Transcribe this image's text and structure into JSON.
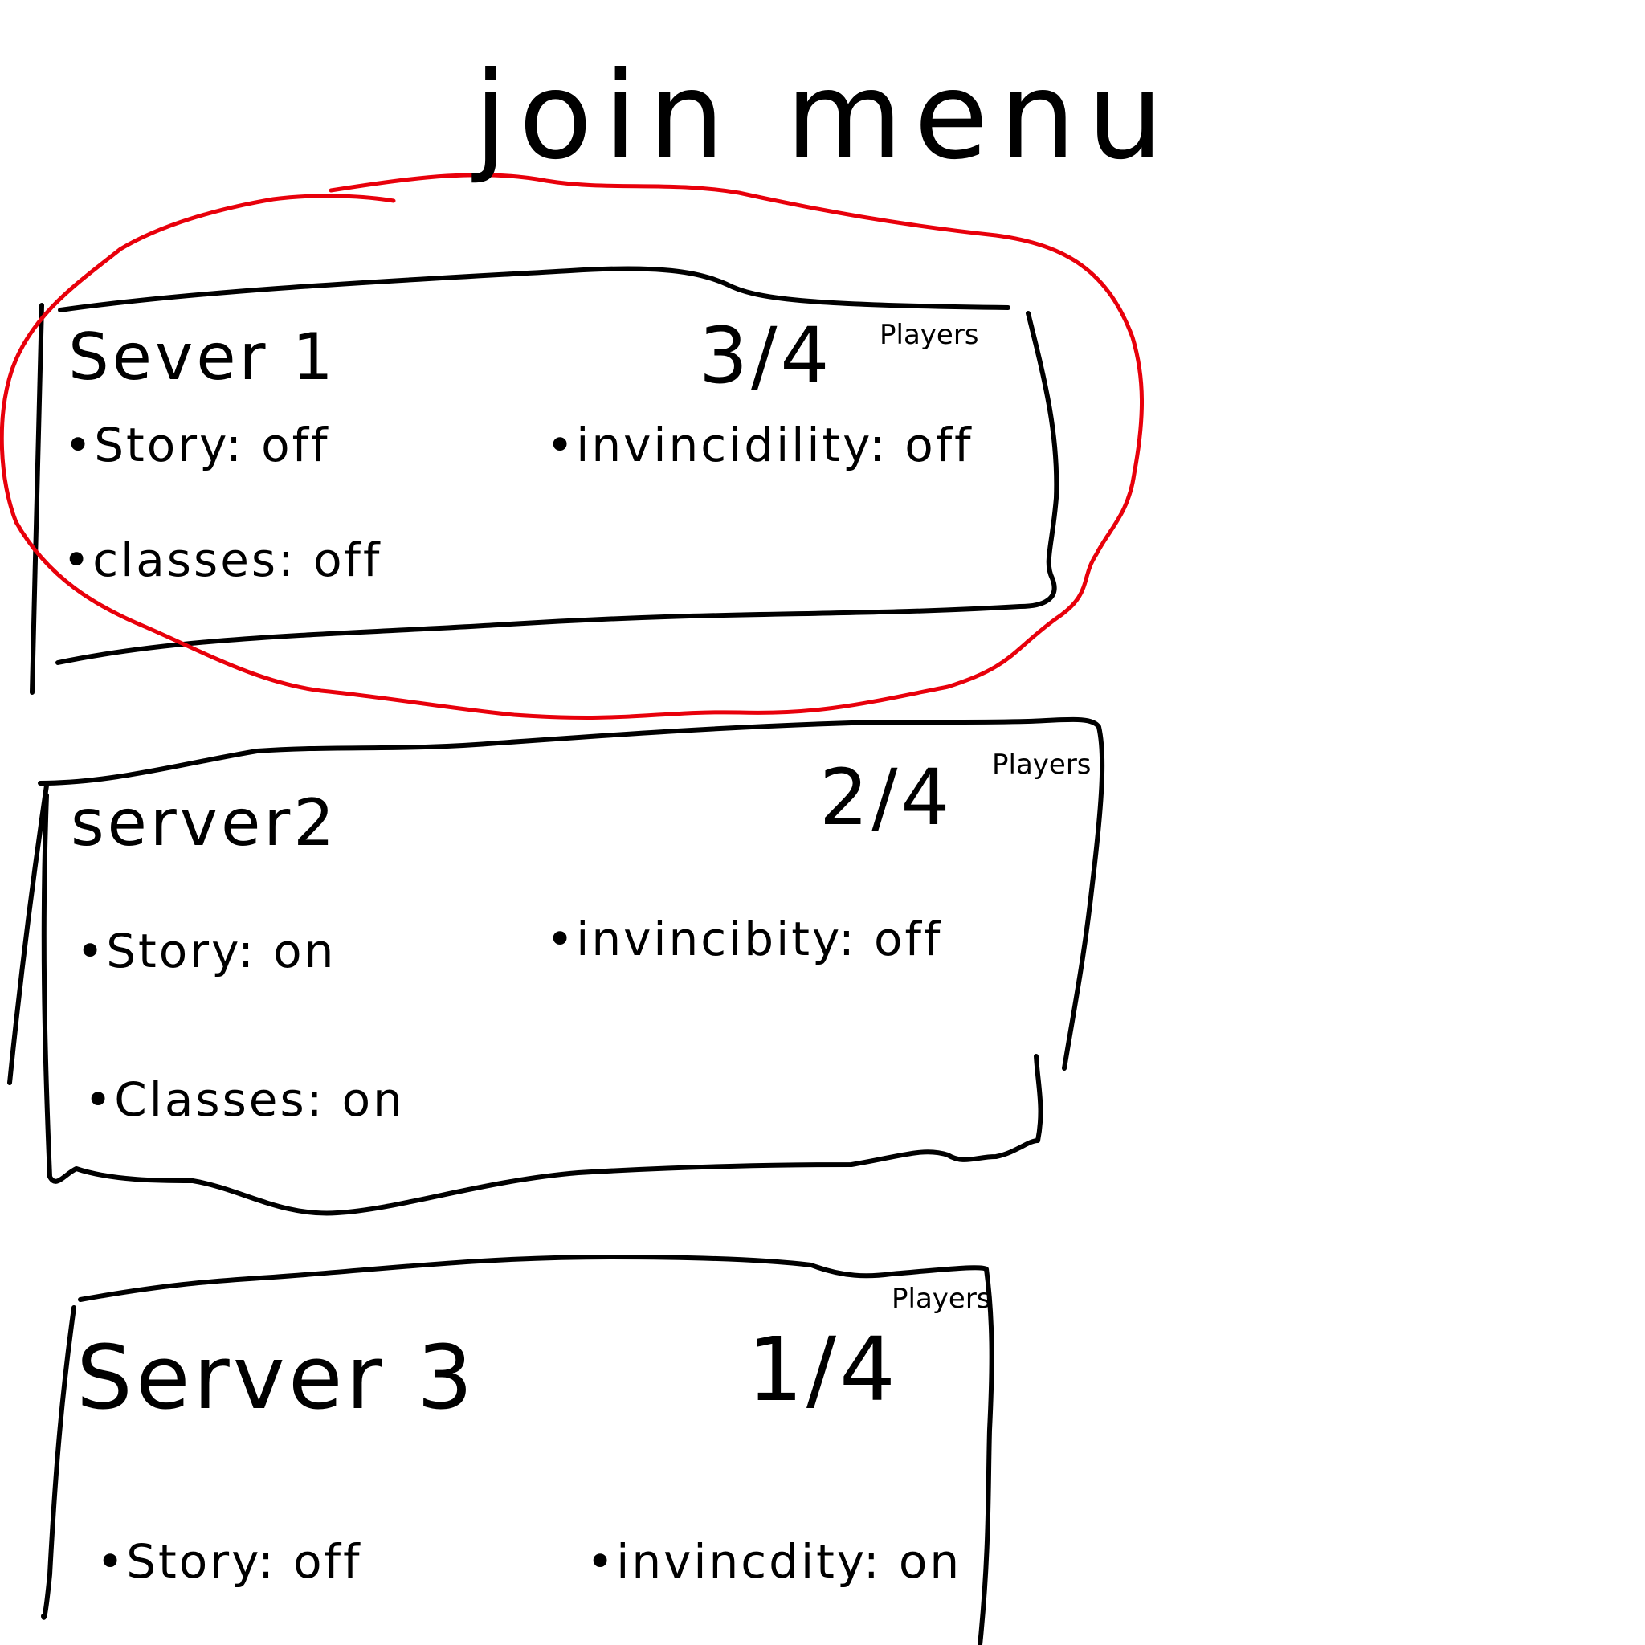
{
  "page": {
    "title": "join menu"
  },
  "colors": {
    "ink": "#000000",
    "highlight": "#e8000b"
  },
  "servers": [
    {
      "name": "Sever 1",
      "count": "3/4",
      "count_unit": "Players",
      "options": {
        "story": "•Story: off",
        "invincibility": "•invincidility: off",
        "classes": "•classes: off"
      },
      "selected": true
    },
    {
      "name": "server2",
      "count": "2/4",
      "count_unit": "Players",
      "options": {
        "story": "•Story: on",
        "invincibility": "•invincibity: off",
        "classes": "•Classes: on"
      },
      "selected": false
    },
    {
      "name": "Server 3",
      "count": "1/4",
      "count_unit": "Players",
      "options": {
        "story": "•Story: off",
        "invincibility": "•invincdity: on"
      },
      "selected": false
    }
  ]
}
